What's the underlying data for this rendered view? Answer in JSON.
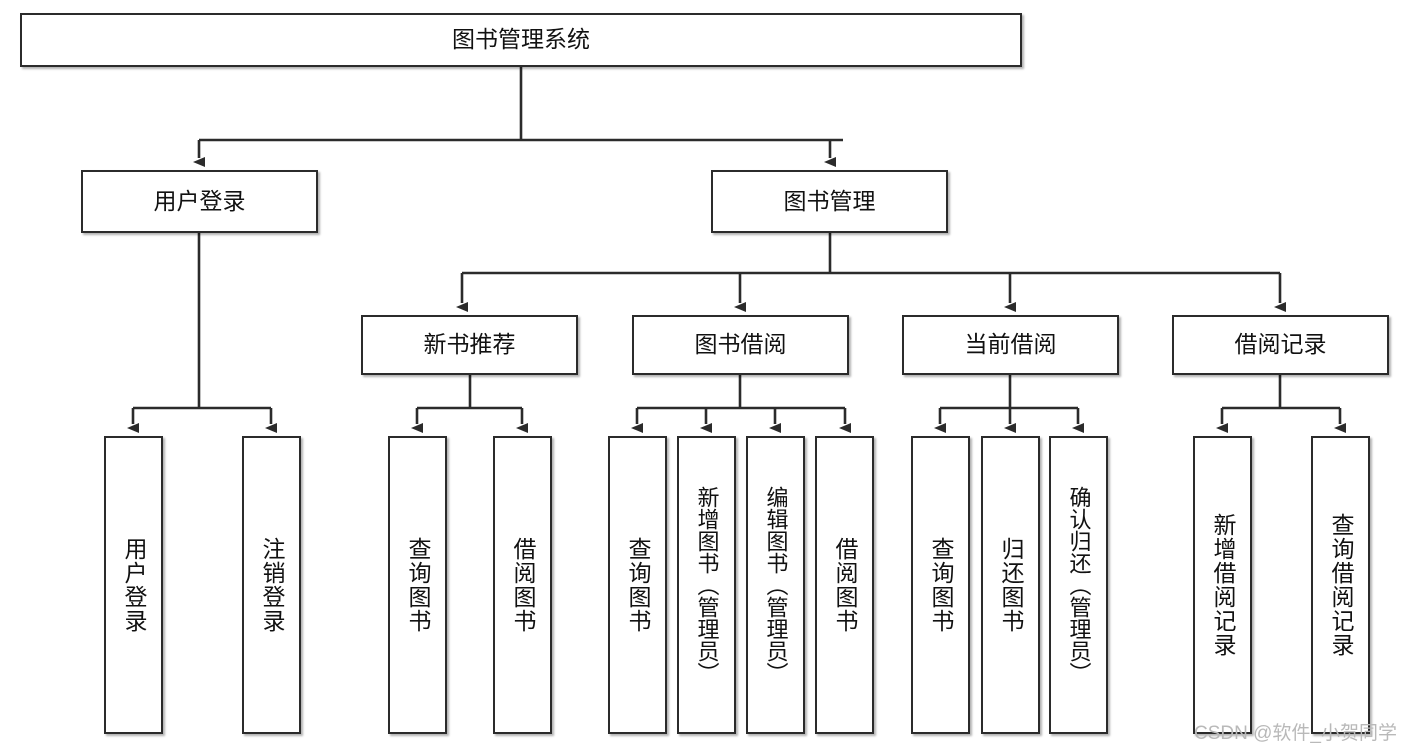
{
  "diagram": {
    "title": "图书管理系统",
    "type": "tree",
    "watermark": "CSDN @软件_小贺同学",
    "colors": {
      "node_border": "#2b2b2b",
      "node_fill": "#ffffff",
      "connector": "#2b2b2b",
      "watermark": "#b9b9b9"
    },
    "root": {
      "label": "图书管理系统"
    },
    "level2": [
      {
        "label": "用户登录"
      },
      {
        "label": "图书管理"
      }
    ],
    "level3": [
      {
        "label": "新书推荐"
      },
      {
        "label": "图书借阅"
      },
      {
        "label": "当前借阅"
      },
      {
        "label": "借阅记录"
      }
    ],
    "leaves": [
      {
        "label": "用户登录",
        "parent": "用户登录"
      },
      {
        "label": "注销登录",
        "parent": "用户登录"
      },
      {
        "label": "查询图书",
        "parent": "新书推荐"
      },
      {
        "label": "借阅图书",
        "parent": "新书推荐"
      },
      {
        "label": "查询图书",
        "parent": "图书借阅"
      },
      {
        "label": "新增图书（管理员）",
        "parent": "图书借阅"
      },
      {
        "label": "编辑图书（管理员）",
        "parent": "图书借阅"
      },
      {
        "label": "借阅图书",
        "parent": "图书借阅"
      },
      {
        "label": "查询图书",
        "parent": "当前借阅"
      },
      {
        "label": "归还图书",
        "parent": "当前借阅"
      },
      {
        "label": "确认归还（管理员）",
        "parent": "当前借阅"
      },
      {
        "label": "新增借阅记录",
        "parent": "借阅记录"
      },
      {
        "label": "查询借阅记录",
        "parent": "借阅记录"
      }
    ]
  }
}
